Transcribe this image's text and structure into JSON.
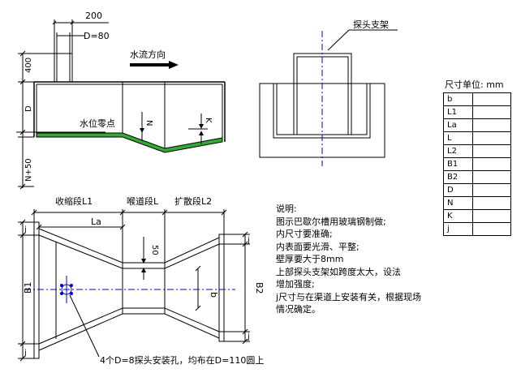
{
  "labels": {
    "dim_200": "200",
    "dim_d80": "D=80",
    "dim_400": "400",
    "dim_d": "D",
    "dim_n50": "N+50",
    "flow_direction": "水流方向",
    "water_level_zero": "水位零点",
    "n": "N",
    "k": "K",
    "probe_bracket": "探头支架",
    "contraction": "收缩段L1",
    "throat": "喉道段L",
    "expansion": "扩散段L2",
    "la": "La",
    "j_top": "j",
    "j_bottom": "j",
    "j_right_top": "j",
    "j_right_bottom": "j",
    "b1": "B1",
    "b2": "B2",
    "b": "b",
    "dim_50": "50",
    "holes_note": "4个D=8探头安装孔，均布在D=110圆上"
  },
  "notes": {
    "title": "说明:",
    "lines": [
      "图示巴歇尔槽用玻璃钢制做;",
      "内尺寸要准确;",
      "内表面要光滑、平整;",
      "壁厚要大于8mm",
      "上部探头支架如跨度太大，设法",
      "增加强度;",
      "j尺寸与在渠道上安装有关，根据现场",
      "情况确定。"
    ]
  },
  "dimension_table": {
    "unit_label": "尺寸单位: mm",
    "rows": [
      {
        "name": "b",
        "value": ""
      },
      {
        "name": "L1",
        "value": ""
      },
      {
        "name": "La",
        "value": ""
      },
      {
        "name": "L",
        "value": ""
      },
      {
        "name": "L2",
        "value": ""
      },
      {
        "name": "B1",
        "value": ""
      },
      {
        "name": "B2",
        "value": ""
      },
      {
        "name": "D",
        "value": ""
      },
      {
        "name": "N",
        "value": ""
      },
      {
        "name": "K",
        "value": ""
      },
      {
        "name": "j",
        "value": ""
      }
    ]
  },
  "colors": {
    "line": "#000000",
    "centerline": "#0000cc",
    "floor_fill": "#33aa33"
  }
}
